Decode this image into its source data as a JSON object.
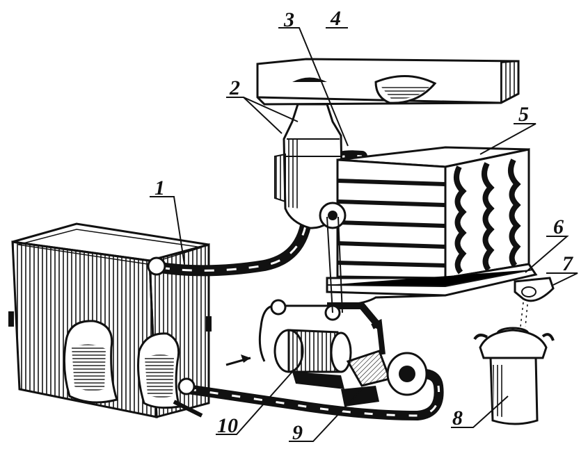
{
  "callouts": [
    {
      "id": "1",
      "label": "1"
    },
    {
      "id": "2",
      "label": "2"
    },
    {
      "id": "3",
      "label": "3"
    },
    {
      "id": "4",
      "label": "4"
    },
    {
      "id": "5",
      "label": "5"
    },
    {
      "id": "6",
      "label": "6"
    },
    {
      "id": "7",
      "label": "7"
    },
    {
      "id": "8",
      "label": "8"
    },
    {
      "id": "9",
      "label": "9"
    },
    {
      "id": "10",
      "label": "10"
    }
  ],
  "colors": {
    "ink": "#111111",
    "paper": "#ffffff",
    "shade": "#555555"
  }
}
